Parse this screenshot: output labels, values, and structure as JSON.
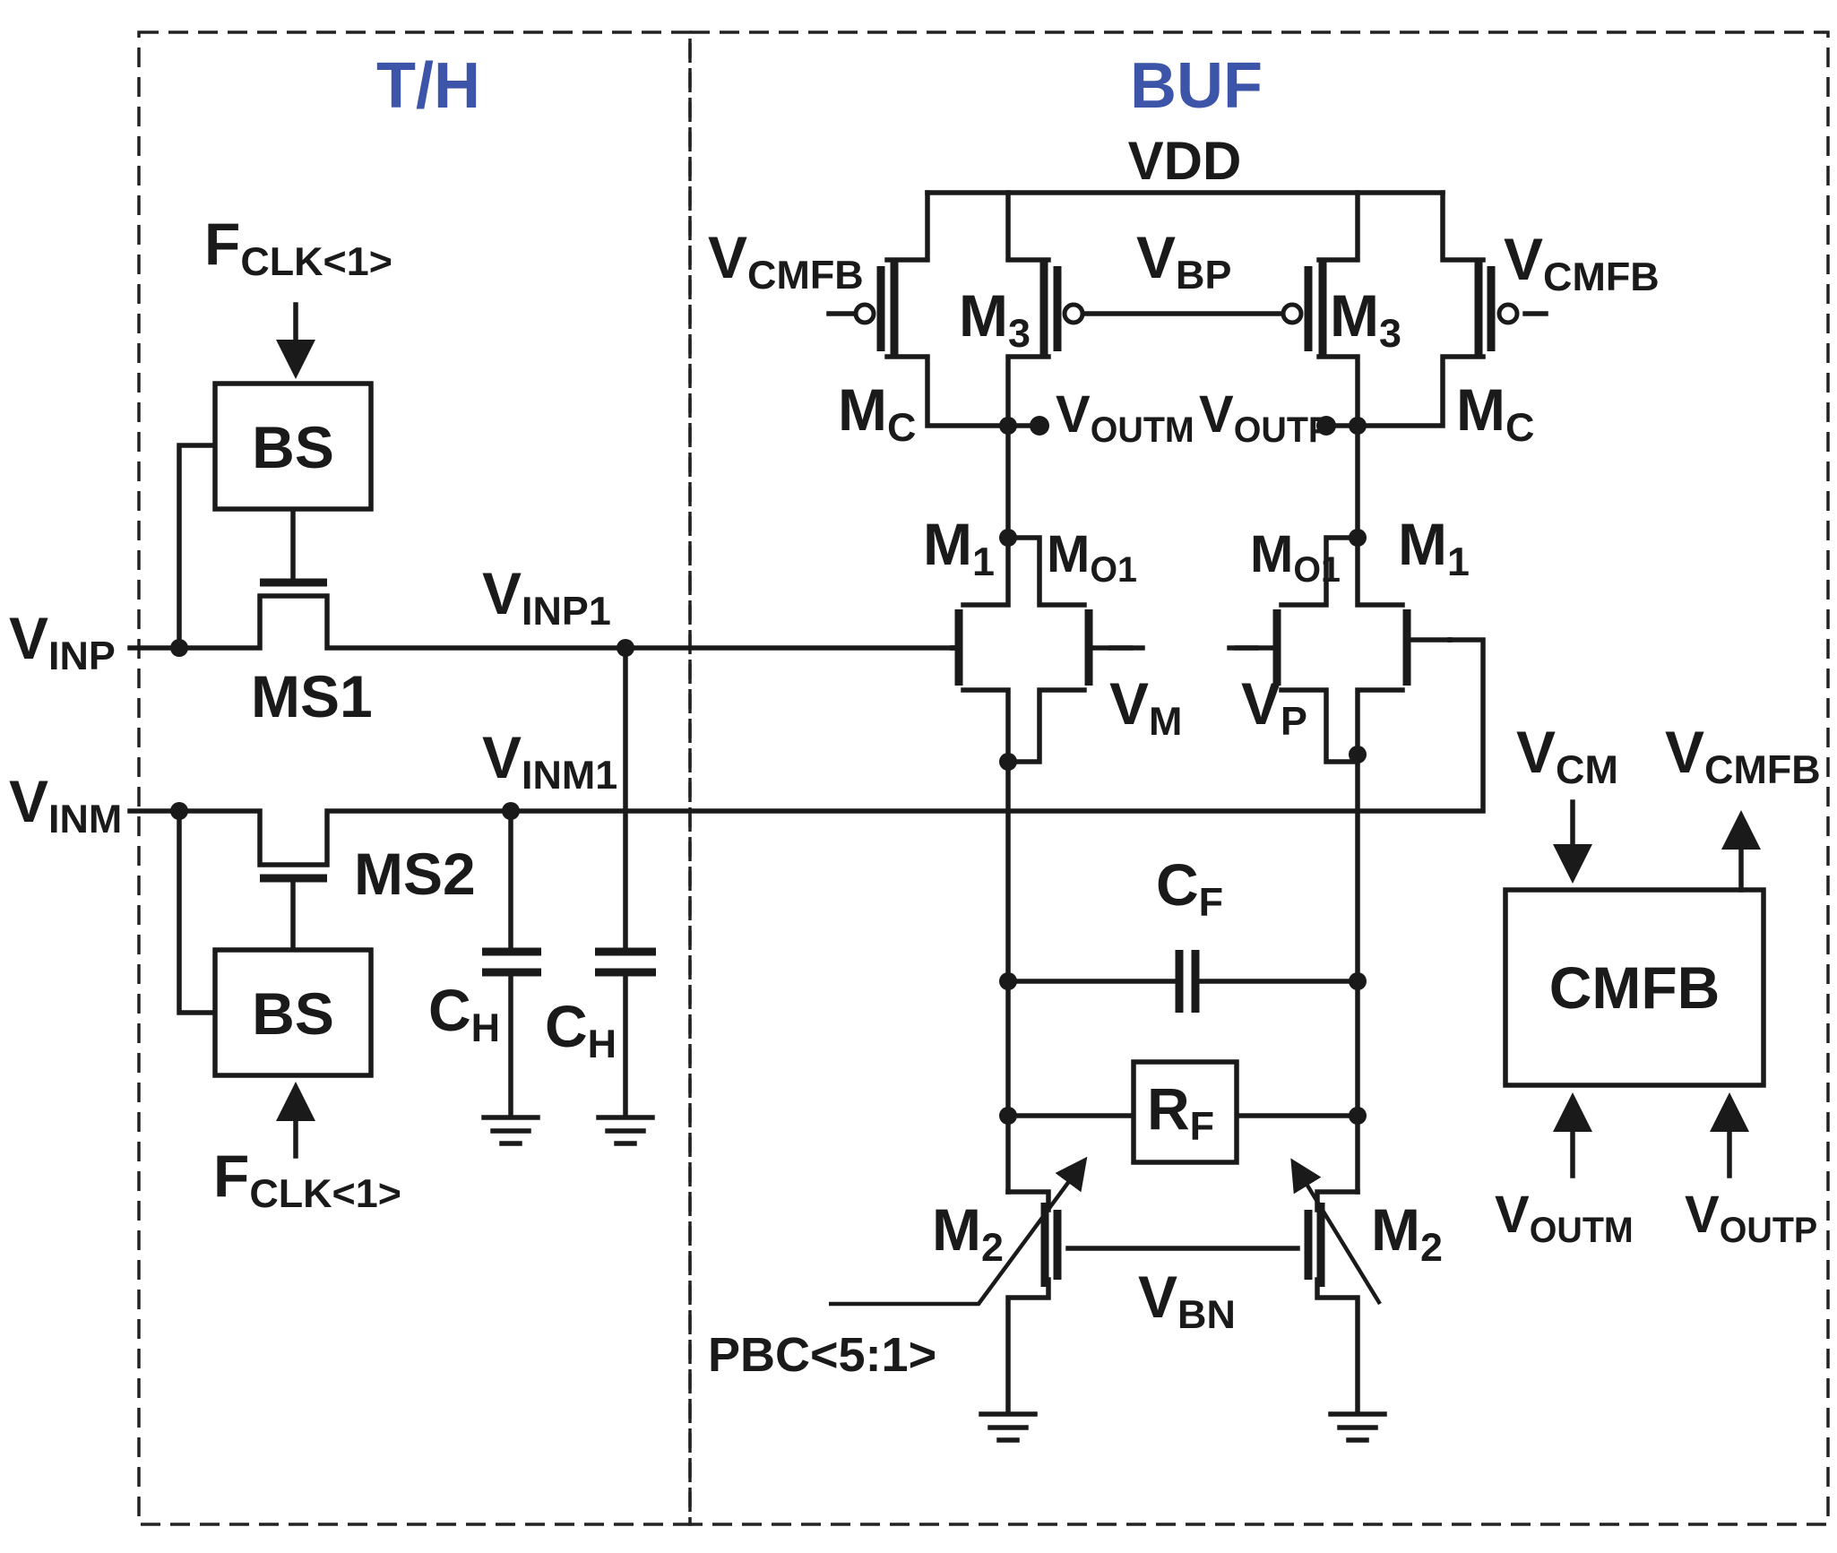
{
  "sections": {
    "track_hold": "T/H",
    "buffer": "BUF"
  },
  "supply": "VDD",
  "inputs": {
    "vinp": {
      "base": "V",
      "sub": "INP"
    },
    "vinm": {
      "base": "V",
      "sub": "INM"
    },
    "vinp1": {
      "base": "V",
      "sub": "INP1"
    },
    "vinm1": {
      "base": "V",
      "sub": "INM1"
    }
  },
  "clocks": {
    "top": {
      "base": "F",
      "sub": "CLK<1>"
    },
    "bottom": {
      "base": "F",
      "sub": "CLK<1>"
    }
  },
  "blocks": {
    "bs_top": "BS",
    "bs_bottom": "BS",
    "rf": {
      "base": "R",
      "sub": "F"
    },
    "cmfb": "CMFB"
  },
  "switches": {
    "ms1": "MS1",
    "ms2": "MS2"
  },
  "caps": {
    "ch_left": {
      "base": "C",
      "sub": "H"
    },
    "ch_right": {
      "base": "C",
      "sub": "H"
    },
    "cf": {
      "base": "C",
      "sub": "F"
    }
  },
  "transistors": {
    "m3_left": {
      "base": "M",
      "sub": "3"
    },
    "m3_right": {
      "base": "M",
      "sub": "3"
    },
    "mc_left": {
      "base": "M",
      "sub": "C"
    },
    "mc_right": {
      "base": "M",
      "sub": "C"
    },
    "m1_left": {
      "base": "M",
      "sub": "1"
    },
    "m1_right": {
      "base": "M",
      "sub": "1"
    },
    "mo1_left": {
      "base": "M",
      "sub": "O1"
    },
    "mo1_right": {
      "base": "M",
      "sub": "O1"
    },
    "m2_left": {
      "base": "M",
      "sub": "2"
    },
    "m2_right": {
      "base": "M",
      "sub": "2"
    }
  },
  "nodes": {
    "vcmfb_left": {
      "base": "V",
      "sub": "CMFB"
    },
    "vcmfb_right": {
      "base": "V",
      "sub": "CMFB"
    },
    "vbp": {
      "base": "V",
      "sub": "BP"
    },
    "voutm": {
      "base": "V",
      "sub": "OUTM"
    },
    "voutp": {
      "base": "V",
      "sub": "OUTP"
    },
    "vm": {
      "base": "V",
      "sub": "M"
    },
    "vp": {
      "base": "V",
      "sub": "P"
    },
    "vbn": {
      "base": "V",
      "sub": "BN"
    },
    "pbc": "PBC<5:1>"
  },
  "cmfb_ports": {
    "vcm_in": {
      "base": "V",
      "sub": "CM"
    },
    "vcmfb_out": {
      "base": "V",
      "sub": "CMFB"
    },
    "voutm_in": {
      "base": "V",
      "sub": "OUTM"
    },
    "voutp_in": {
      "base": "V",
      "sub": "OUTP"
    }
  }
}
